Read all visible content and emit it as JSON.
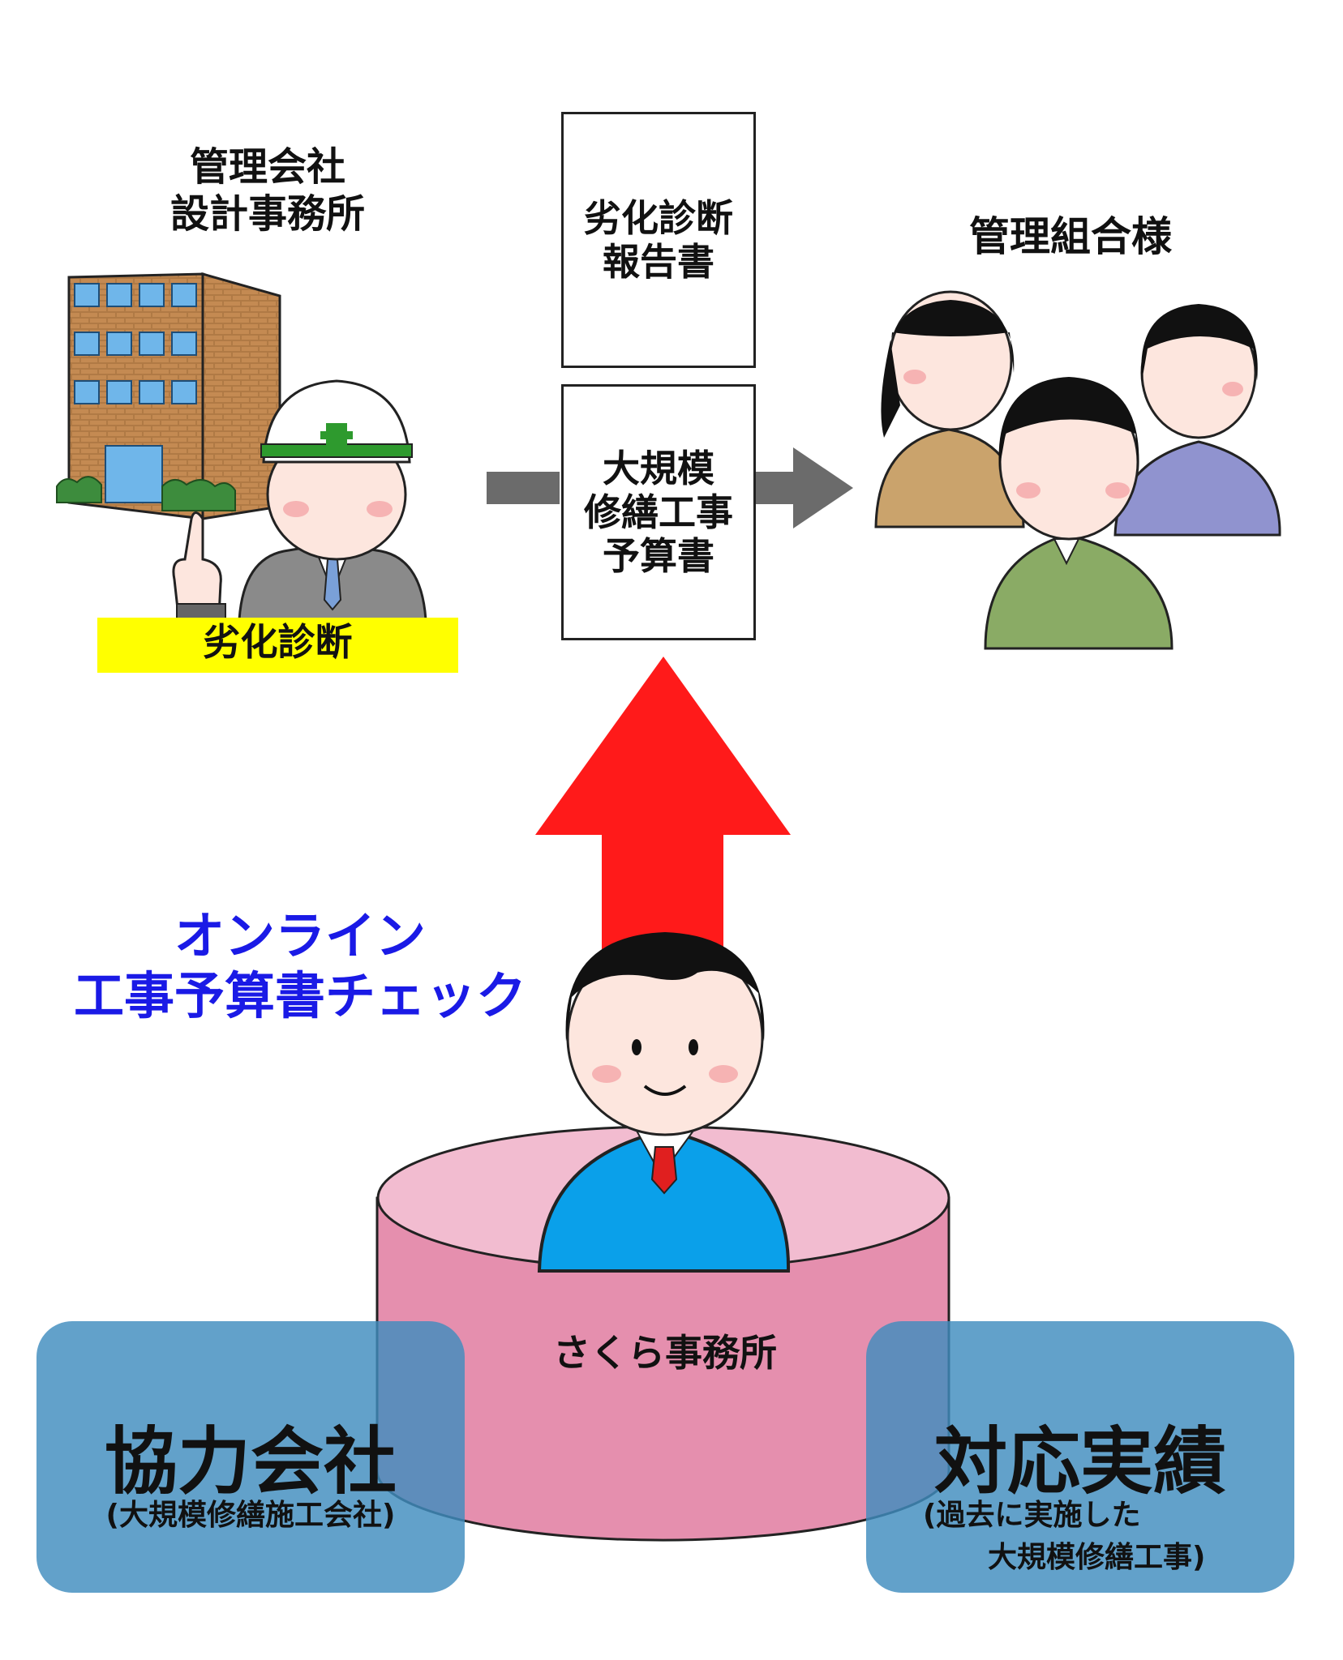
{
  "mgmt_company": {
    "line1": "管理会社",
    "line2": "設計事務所"
  },
  "inspection_banner": "劣化診断",
  "documents": {
    "report": "劣化診断\n報告書",
    "budget": "大規模\n修繕工事\n予算書"
  },
  "association": "管理組合様",
  "online_check": {
    "line1": "オンライン",
    "line2": "工事予算書チェック"
  },
  "sakura": "さくら事務所",
  "partners": {
    "title": "協力会社",
    "subtitle": "(大規模修繕施工会社)"
  },
  "track_record": {
    "title": "対応実績",
    "subtitle_line1": "(過去に実施した",
    "subtitle_line2": "大規模修繕工事)"
  },
  "colors": {
    "online_text": "#1a1ae6",
    "red_arrow": "#ff1a1a",
    "gray_arrow": "#6b6b6b",
    "banner_yellow": "#ffff00",
    "cylinder_body": "#e58fae",
    "cylinder_top": "#f2bcd0",
    "box_blue": "#3d8abf"
  }
}
